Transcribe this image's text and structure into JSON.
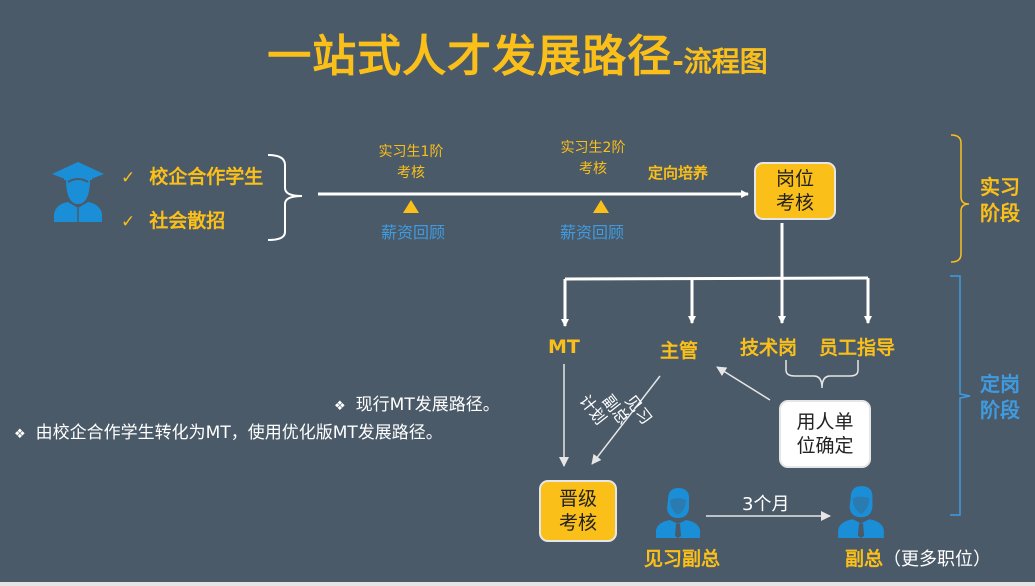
{
  "title": {
    "main": "一站式人才发展路径",
    "suffix": "-流程图"
  },
  "sources": {
    "icon": "graduate-student-icon",
    "items": [
      {
        "check": "✓",
        "label": "校企合作学生"
      },
      {
        "check": "✓",
        "label": "社会散招"
      }
    ]
  },
  "timeline": {
    "stage1": {
      "line1": "实习生1阶",
      "line2": "考核",
      "review": "薪资回顾"
    },
    "stage2": {
      "line1": "实习生2阶",
      "line2": "考核",
      "review": "薪资回顾"
    },
    "orientation": "定向培养",
    "post_assessment": {
      "line1": "岗位",
      "line2": "考核"
    }
  },
  "phases": {
    "internship": {
      "line1": "实习",
      "line2": "阶段",
      "color": "#fbbf1a"
    },
    "placement": {
      "line1": "定岗",
      "line2": "阶段",
      "color": "#3f9be0"
    }
  },
  "roles": {
    "mt": "MT",
    "supervisor": "主管",
    "technical": "技术岗",
    "staff_guide": "员工指导"
  },
  "employer_confirm": {
    "line1": "用人单",
    "line2": "位确定"
  },
  "diagonal_label": {
    "line1": "见习",
    "line2": "副总",
    "line3": "计划"
  },
  "notes": [
    "现行MT发展路径。",
    "由校企合作学生转化为MT，使用优化版MT发展路径。"
  ],
  "note_bullet": "❖",
  "promotion": {
    "line1": "晋级",
    "line2": "考核"
  },
  "trainee_vp": {
    "label": "见习副总",
    "icon": "manager-icon"
  },
  "duration": "3个月",
  "vp": {
    "label": "副总",
    "extra": "（更多职位）",
    "icon": "manager-icon"
  },
  "colors": {
    "background": "#4b5a68",
    "accent": "#fbbf1a",
    "blue": "#3f9be0"
  }
}
